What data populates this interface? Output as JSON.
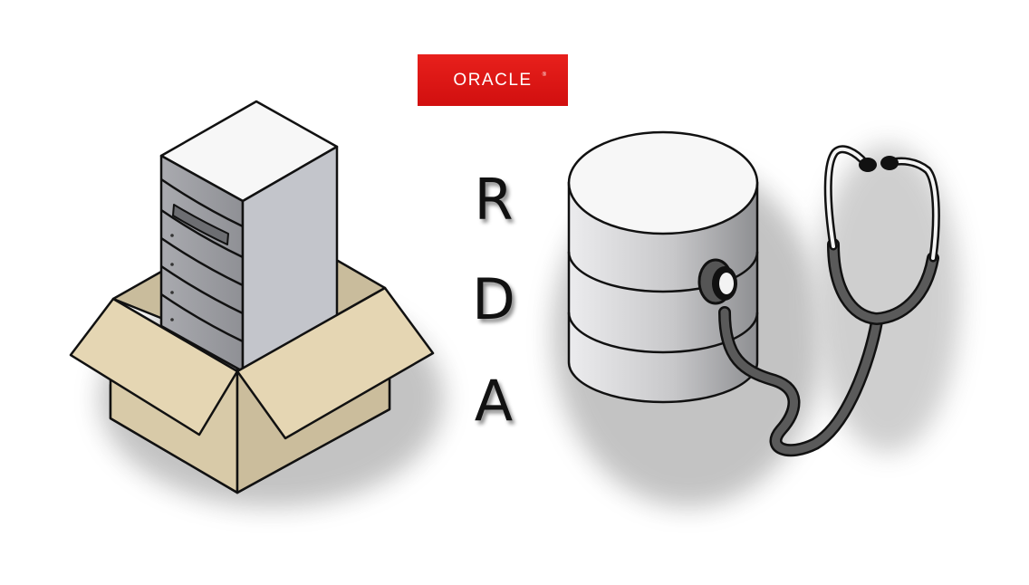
{
  "logo": {
    "brand": "ORACLE",
    "registered_mark": "®",
    "background_color": "#e01a17",
    "text_color": "#ffffff"
  },
  "acronym": {
    "letters": [
      "R",
      "D",
      "A"
    ],
    "color": "#111111"
  },
  "illustration": {
    "left": "server-in-box",
    "right": "database-with-stethoscope",
    "colors": {
      "box": "#e5d6b3",
      "box_shade": "#cfc2a2",
      "box_inner": "#c9bc9c",
      "server_front": "#9a9ba0",
      "server_side": "#c3c5cb",
      "server_top": "#f7f7f7",
      "database_body": "#c9c9cb",
      "database_top": "#f7f7f7",
      "stethoscope_tube": "#5a5a5a",
      "outline": "#111111"
    }
  }
}
